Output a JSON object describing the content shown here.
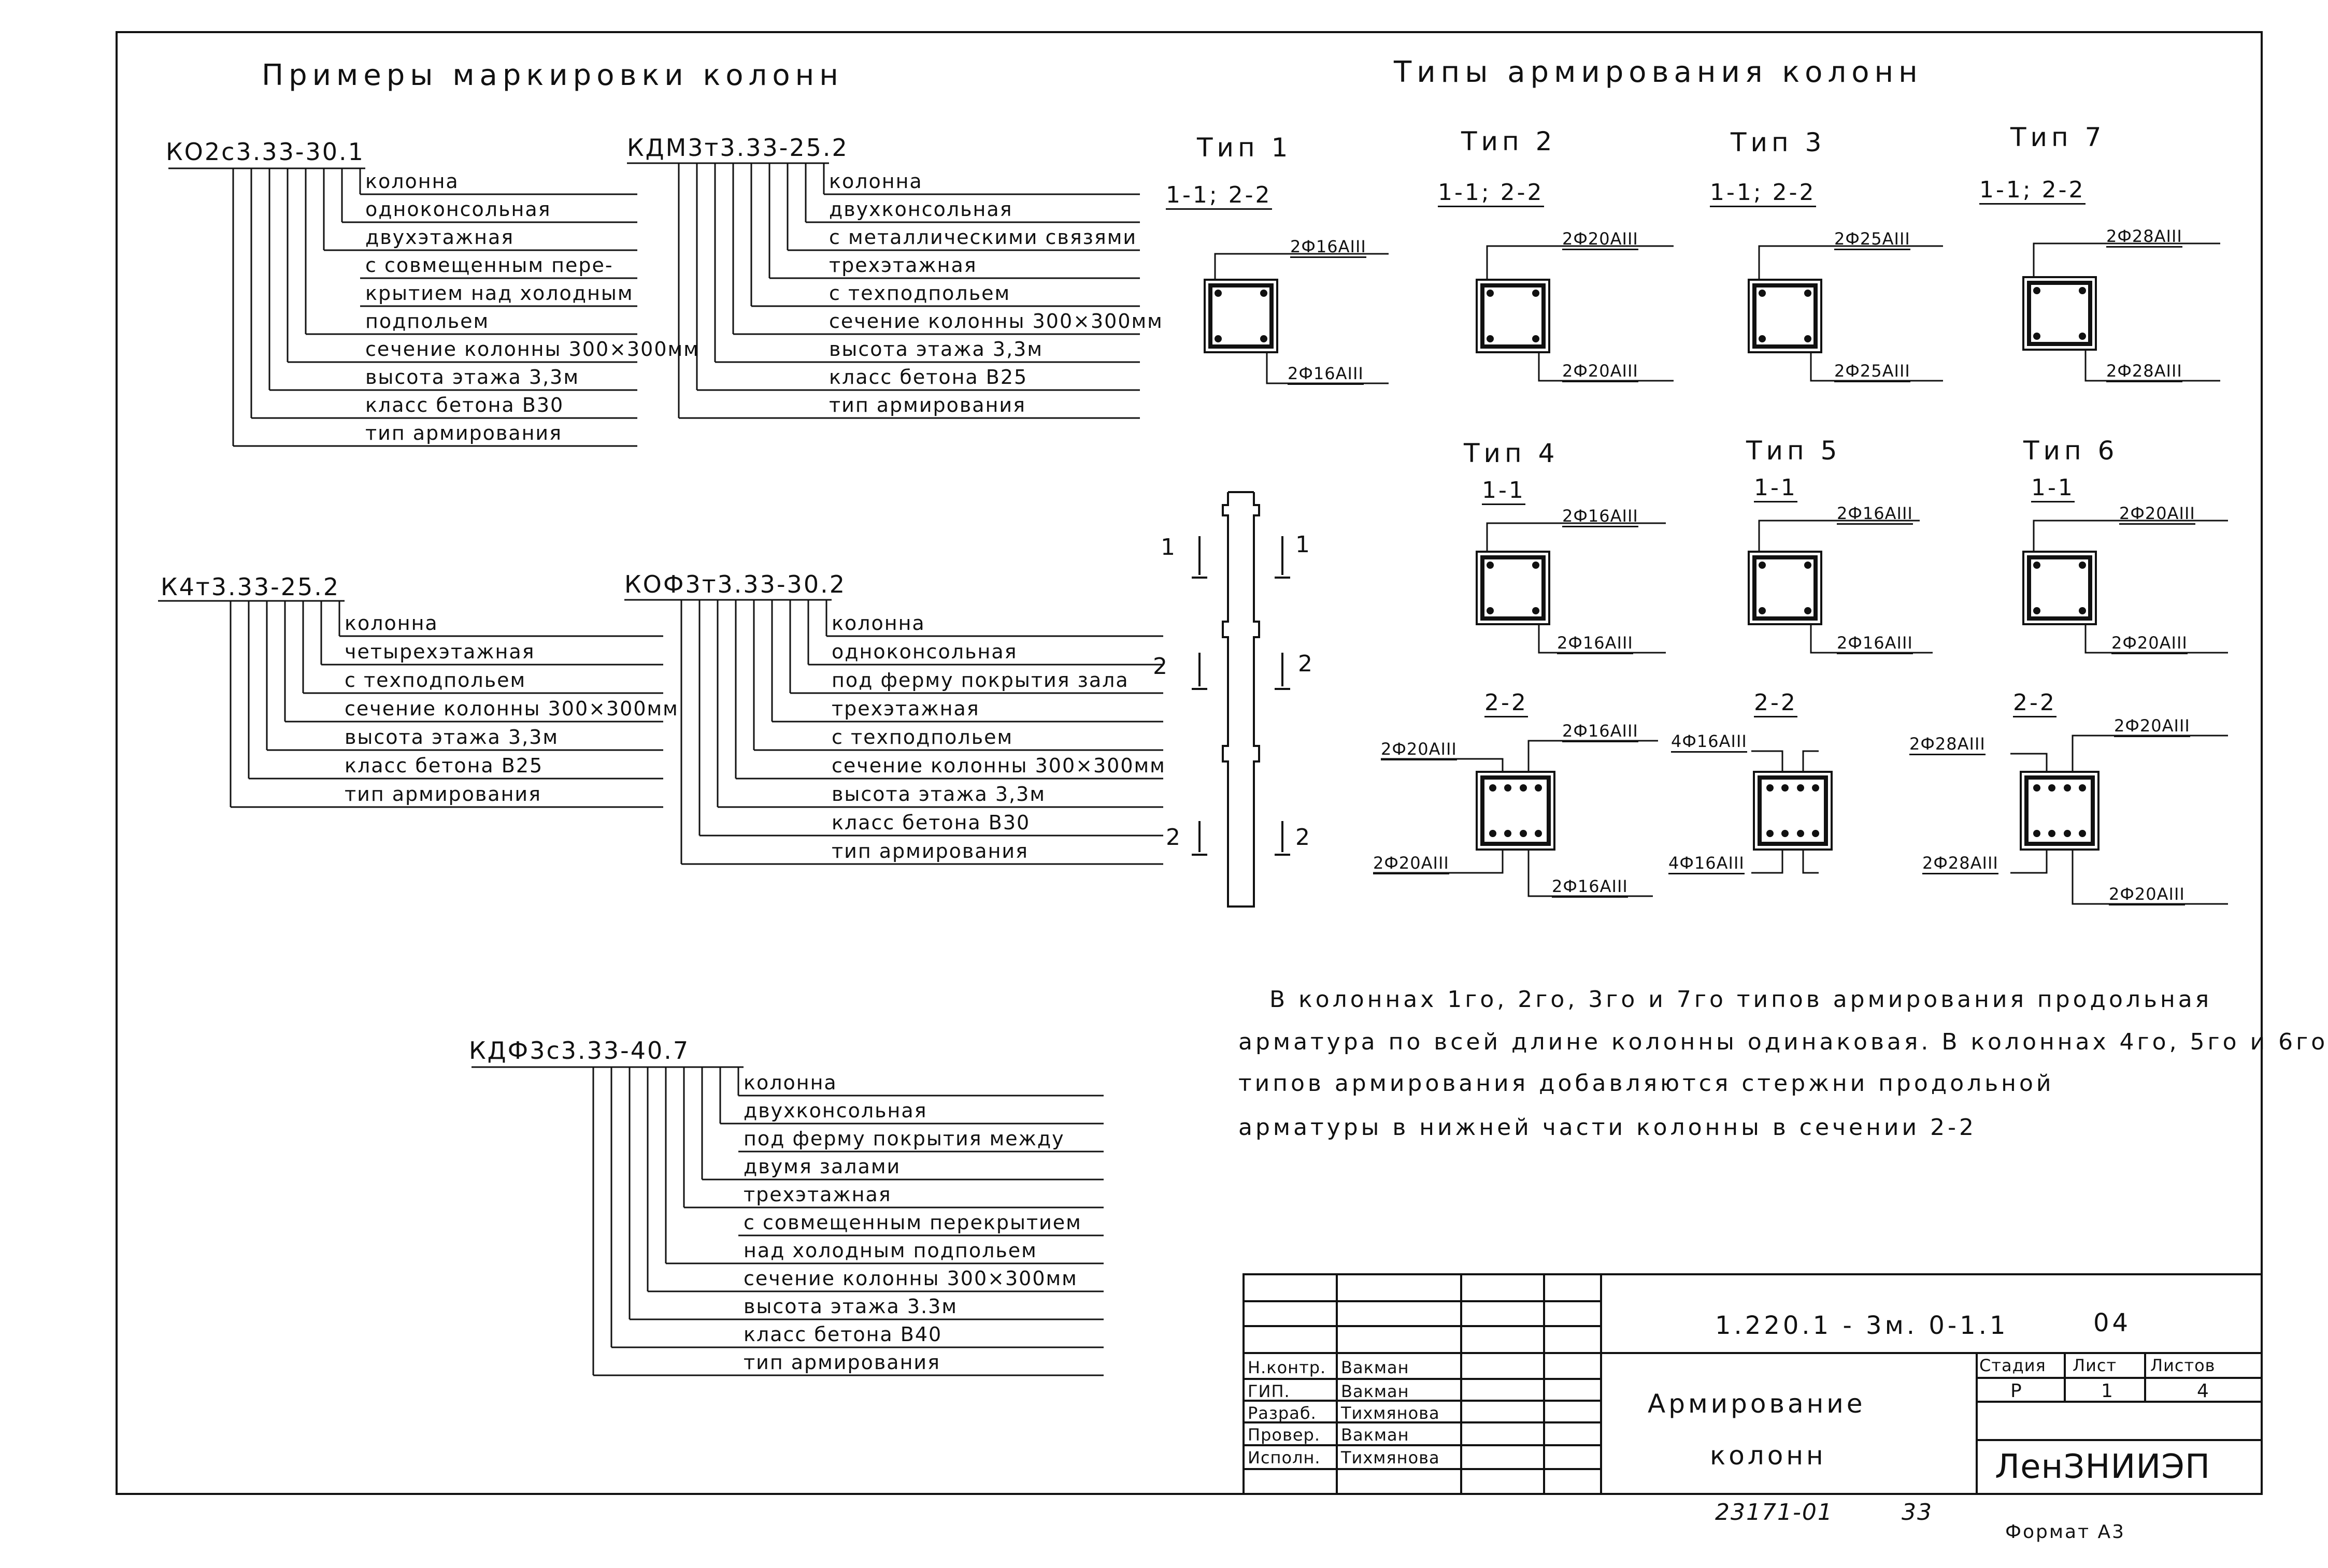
{
  "titles": {
    "examples": "Примеры маркировки колонн",
    "types": "Типы армирования колонн"
  },
  "marking_examples": [
    {
      "code": "КО2с3.33-30.1",
      "labels": [
        "колонна",
        "одноконсольная",
        "двухэтажная",
        "с совмещенным пере-",
        "крытием над холодным",
        "подпольем",
        "сечение колонны 300×300мм",
        "высота этажа 3,3м",
        "класс бетона В30",
        "тип армирования"
      ]
    },
    {
      "code": "КДМ3т3.33-25.2",
      "labels": [
        "колонна",
        "двухконсольная",
        "с металлическими связями",
        "трехэтажная",
        "с техподпольем",
        "сечение колонны 300×300мм",
        "высота этажа 3,3м",
        "класс бетона В25",
        "тип армирования"
      ]
    },
    {
      "code": "К4т3.33-25.2",
      "labels": [
        "колонна",
        "четырехэтажная",
        "с техподпольем",
        "сечение колонны 300×300мм",
        "высота этажа 3,3м",
        "класс бетона В25",
        "тип армирования"
      ]
    },
    {
      "code": "КОФ3т3.33-30.2",
      "labels": [
        "колонна",
        "одноконсольная",
        "под ферму покрытия зала",
        "трехэтажная",
        "с техподпольем",
        "сечение колонны 300×300мм",
        "высота этажа 3,3м",
        "класс бетона В30",
        "тип армирования"
      ]
    },
    {
      "code": "КДФ3с3.33-40.7",
      "labels": [
        "колонна",
        "двухконсольная",
        "под ферму покрытия между",
        "двумя залами",
        "трехэтажная",
        "с совмещенным перекрытием",
        "над холодным подпольем",
        "сечение колонны 300×300мм",
        "высота этажа 3.3м",
        "класс бетона В40",
        "тип армирования"
      ]
    }
  ],
  "reinforcement_types": [
    {
      "name": "Тип 1",
      "section": "1-1; 2-2",
      "top": "2Ф16АIII",
      "bottom": "2Ф16АIII"
    },
    {
      "name": "Тип 2",
      "section": "1-1; 2-2",
      "top": "2Ф20АIII",
      "bottom": "2Ф20АIII"
    },
    {
      "name": "Тип 3",
      "section": "1-1; 2-2",
      "top": "2Ф25АIII",
      "bottom": "2Ф25АIII"
    },
    {
      "name": "Тип 7",
      "section": "1-1; 2-2",
      "top": "2Ф28АIII",
      "bottom": "2Ф28АIII"
    },
    {
      "name": "Тип 4",
      "section": "1-1",
      "top": "2Ф16АIII",
      "bottom": "2Ф16АIII",
      "section2": "2-2",
      "s2_tl": "2Ф20АIII",
      "s2_tr": "2Ф16АIII",
      "s2_bl": "2Ф20АIII",
      "s2_br": "2Ф16АIII"
    },
    {
      "name": "Тип 5",
      "section": "1-1",
      "top": "2Ф16АIII",
      "bottom": "2Ф16АIII",
      "section2": "2-2",
      "s2_tl": "4Ф16АIII",
      "s2_bl": "4Ф16АIII"
    },
    {
      "name": "Тип 6",
      "section": "1-1",
      "top": "2Ф20АIII",
      "bottom": "2Ф20АIII",
      "section2": "2-2",
      "s2_tl": "2Ф28АIII",
      "s2_tr": "2Ф20АIII",
      "s2_bl": "2Ф28АIII",
      "s2_br": "2Ф20АIII"
    }
  ],
  "elevation_marks": [
    "1",
    "1",
    "2",
    "2",
    "2",
    "2"
  ],
  "note": [
    "В колоннах 1го, 2го, 3го и 7го типов армирования продольная",
    "арматура по всей длине колонны одинаковая. В колоннах 4го, 5го и 6го",
    "типов армирования добавляются стержни продольной",
    "арматуры в нижней части колонны в сечении 2-2"
  ],
  "title_block": {
    "doc_code": "1.220.1 - 3м. 0-1.1",
    "doc_suffix": "04",
    "title_line1": "Армирование",
    "title_line2": "колонн",
    "roles": [
      "Н.контр.",
      "ГИП.",
      "Разраб.",
      "Провер.",
      "Исполн."
    ],
    "names": [
      "Вакман",
      "Вакман",
      "Тихмянова",
      "Вакман",
      "Тихмянова"
    ],
    "stage_label": "Стадия",
    "sheet_label": "Лист",
    "sheets_label": "Листов",
    "stage": "Р",
    "sheet": "1",
    "sheets": "4",
    "org": "ЛенЗНИИЭП"
  },
  "footer": {
    "number": "23171-01",
    "page": "33",
    "format": "Формат А3"
  }
}
